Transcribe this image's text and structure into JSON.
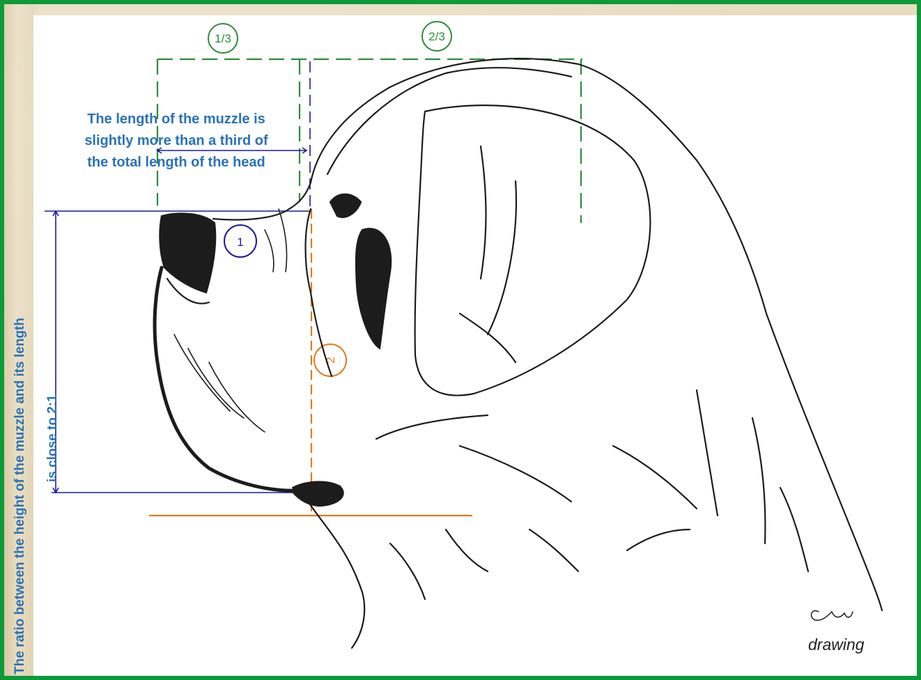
{
  "annotations": {
    "muzzle_note": [
      "The length of the muzzle is",
      "slightly more than a third of",
      "the total length of the head"
    ],
    "ratio_note": [
      "The ratio between the height of the muzzle and its length",
      "is close to 2:1"
    ],
    "fraction_one_third": "1/3",
    "fraction_two_thirds": "2/3",
    "marker_one": "1",
    "marker_two": "2",
    "caption": "drawing"
  },
  "colors": {
    "frame": "#0e9a3a",
    "blue_text": "#2a72b8",
    "green_guides": "#2e8b3a",
    "navy_guides": "#1a1a9c",
    "orange_guides": "#e07b1a",
    "ink": "#1c1c1c"
  }
}
